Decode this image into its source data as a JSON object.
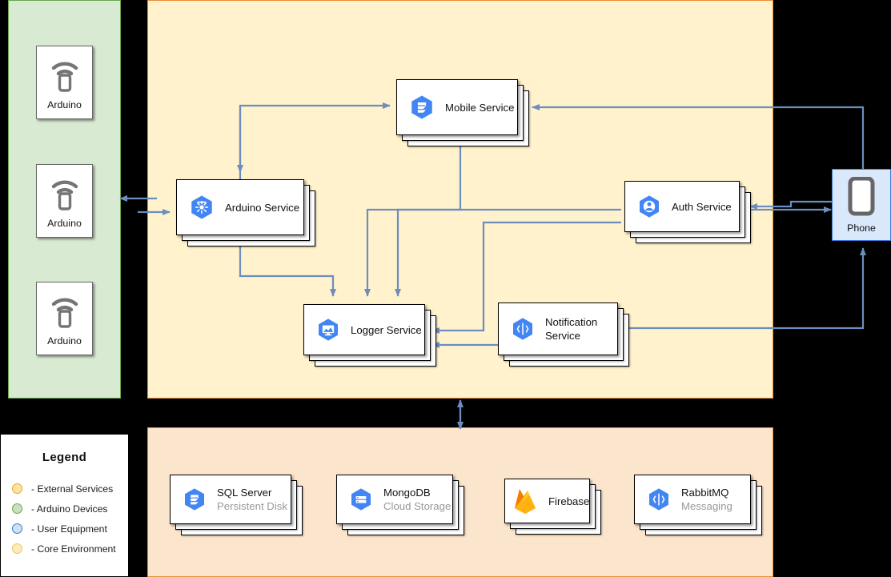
{
  "colors": {
    "zone_arduino_fill": "#d9ead3",
    "zone_arduino_border": "#6aa84f",
    "zone_core_fill": "#fff2cc",
    "zone_core_border": "#e69138",
    "zone_external_fill": "#fce5cd",
    "zone_external_border": "#e69138",
    "phone_fill": "#dae8fc",
    "phone_border": "#3c78d8",
    "connector": "#6c8ebf",
    "gcp_hex_blue": "#4285f4",
    "firebase_orange": "#f5820b",
    "firebase_yellow": "#fcca3f",
    "canvas": "#000000"
  },
  "legend": {
    "title": "Legend",
    "items": [
      {
        "label": "- External Services",
        "color": "#ffe599",
        "border": "#e6a23c",
        "name": "external-services"
      },
      {
        "label": "- Arduino Devices",
        "color": "#c8e0c0",
        "border": "#6aa84f",
        "name": "arduino-devices"
      },
      {
        "label": "- User Equipment",
        "color": "#cfe0f5",
        "border": "#3c78d8",
        "name": "user-equipment"
      },
      {
        "label": "- Core Environment",
        "color": "#fdebb8",
        "border": "#e6c66c",
        "name": "core-environment"
      }
    ]
  },
  "arduino_zone": {
    "devices": [
      {
        "label": "Arduino",
        "icon": "wireless-device-icon"
      },
      {
        "label": "Arduino",
        "icon": "wireless-device-icon"
      },
      {
        "label": "Arduino",
        "icon": "wireless-device-icon"
      }
    ]
  },
  "user_equipment": {
    "phone": {
      "label": "Phone",
      "icon": "mobile-phone-icon"
    }
  },
  "core_services": [
    {
      "key": "mobile",
      "title": "Mobile Service",
      "subtitle": "",
      "icon": "gcp-mobile-icon"
    },
    {
      "key": "arduino",
      "title": "Arduino Service",
      "subtitle": "",
      "icon": "gcp-kubernetes-icon"
    },
    {
      "key": "auth",
      "title": "Auth Service",
      "subtitle": "",
      "icon": "gcp-identity-icon"
    },
    {
      "key": "logger",
      "title": "Logger Service",
      "subtitle": "",
      "icon": "gcp-monitoring-icon"
    },
    {
      "key": "notification",
      "title": "Notification\nService",
      "subtitle": "",
      "icon": "gcp-pubsub-icon"
    }
  ],
  "external_services": [
    {
      "key": "sql",
      "title": "SQL Server",
      "subtitle": "Persistent Disk",
      "icon": "gcp-persistent-disk-icon"
    },
    {
      "key": "mongodb",
      "title": "MongoDB",
      "subtitle": "Cloud Storage",
      "icon": "gcp-cloud-storage-icon"
    },
    {
      "key": "firebase",
      "title": "Firebase",
      "subtitle": "",
      "icon": "firebase-flame-icon"
    },
    {
      "key": "rabbitmq",
      "title": "RabbitMQ",
      "subtitle": "Messaging",
      "icon": "gcp-pubsub-icon"
    }
  ],
  "connections": [
    {
      "from": "arduino-devices",
      "to": "arduino-service",
      "direction": "bidirectional"
    },
    {
      "from": "arduino-service",
      "to": "mobile-service",
      "direction": "bidirectional"
    },
    {
      "from": "arduino-service",
      "to": "logger-service",
      "direction": "forward"
    },
    {
      "from": "mobile-service",
      "to": "logger-service",
      "direction": "forward"
    },
    {
      "from": "mobile-service",
      "to": "phone",
      "direction": "bidirectional"
    },
    {
      "from": "auth-service",
      "to": "logger-service",
      "direction": "forward"
    },
    {
      "from": "auth-service",
      "to": "phone",
      "direction": "bidirectional"
    },
    {
      "from": "notification-service",
      "to": "logger-service",
      "direction": "forward"
    },
    {
      "from": "notification-service",
      "to": "phone",
      "direction": "forward"
    },
    {
      "from": "core-environment",
      "to": "external-services",
      "direction": "bidirectional"
    }
  ]
}
